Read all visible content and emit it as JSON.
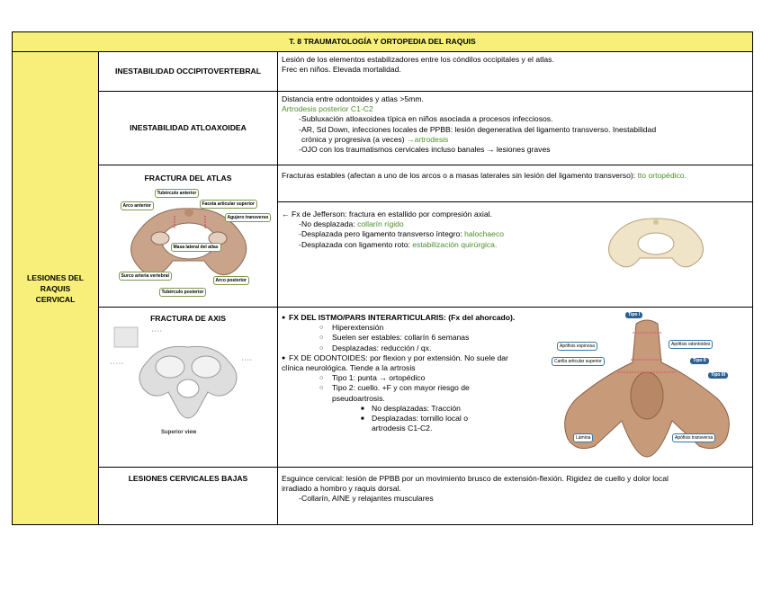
{
  "title": "T. 8 TRAUMATOLOGÍA Y ORTOPEDIA DEL RAQUIS",
  "section_label": "LESIONES DEL RAQUIS CERVICAL",
  "rows": {
    "occipito": {
      "name": "INESTABILIDAD OCCIPITOVERTEBRAL",
      "l1": "Lesión de los elementos estabilizadores entre los cóndilos occipitales y el atlas.",
      "l2": "Frec en niños. Elevada mortalidad."
    },
    "atloaxoidea": {
      "name": "INESTABILIDAD ATLOAXOIDEA",
      "l1": "Distancia entre odontoides y atlas >5mm.",
      "l2": "Artrodesis posterior C1-C2",
      "b1": "Subluxación atloaxoidea típica en niños asociada a procesos infecciosos.",
      "b2a": "AR, Sd Down, infecciones locales de PPBB: lesión degenerativa del ligamento transverso. Inestabilidad",
      "b2b": "crónica y progresiva (a veces) ",
      "b2c": "→artrodesis",
      "b3": "OJO con los traumatismos cervicales incluso banales → lesiones graves"
    },
    "atlas": {
      "name": "FRACTURA DEL ATLAS",
      "stable_a": "Fracturas estables (afectan a uno de los arcos o a masas laterales sin lesión del ligamento transverso): ",
      "stable_b": "tto ortopédico.",
      "jeff": "← Fx de Jefferson: fractura en estallido por compresión axial.",
      "j1a": "No desplazada: ",
      "j1b": "collarín rígido",
      "j2a": "Desplazada pero ligamento transverso íntegro: ",
      "j2b": "halochaeco",
      "j3a": "Desplazada con ligamento roto: ",
      "j3b": "estabilización quirúrgica.",
      "fig_labels": [
        "Tubérculo anterior",
        "Arco anterior",
        "Faceta articular superior",
        "Agujero transverso",
        "Masa lateral del atlas",
        "Surco arteria vertebral",
        "Arco posterior",
        "Tubérculo posterior"
      ]
    },
    "axis": {
      "name": "FRACTURA DE AXIS",
      "p1": "FX DEL ISTMO/PARS INTERARTICULARIS: (Fx del ahorcado).",
      "p1a": "Hiperextensión",
      "p1b": "Suelen ser estables: collarín 6 semanas",
      "p1c": "Desplazadas: reducción / qx.",
      "p2a": "FX DE ODONTOIDES: por flexion y por extensión. No suele dar",
      "p2b": "clínica neurológica. Tiende a la artrosis",
      "t1": "Tipo 1: punta → ortopédico",
      "t2a": "Tipo 2: cuello. +F y con mayor riesgo de",
      "t2b": "pseudoartrosis.",
      "s1": "No desplazadas: Tracción",
      "s2a": "Desplazadas: tornillo local o",
      "s2b": "artrodesis C1-C2.",
      "fig_caption": "Superior view",
      "fig2_labels": [
        "Tipo I",
        "Apófisis espinosa",
        "Apófisis odontoides",
        "Tipo II",
        "Carilla articular superior",
        "Tipo III",
        "Lámina",
        "Apófisis transversa"
      ]
    },
    "bajas": {
      "name": "LESIONES CERVICALES BAJAS",
      "l1": "Esguince cervical: lesión de PPBB por un movimiento brusco de extensión-flexión. Rigidez de cuello y dolor local",
      "l2": "irradiado a hombro y raquis dorsal.",
      "b1": "Collarín, AINE y relajantes musculares"
    }
  }
}
